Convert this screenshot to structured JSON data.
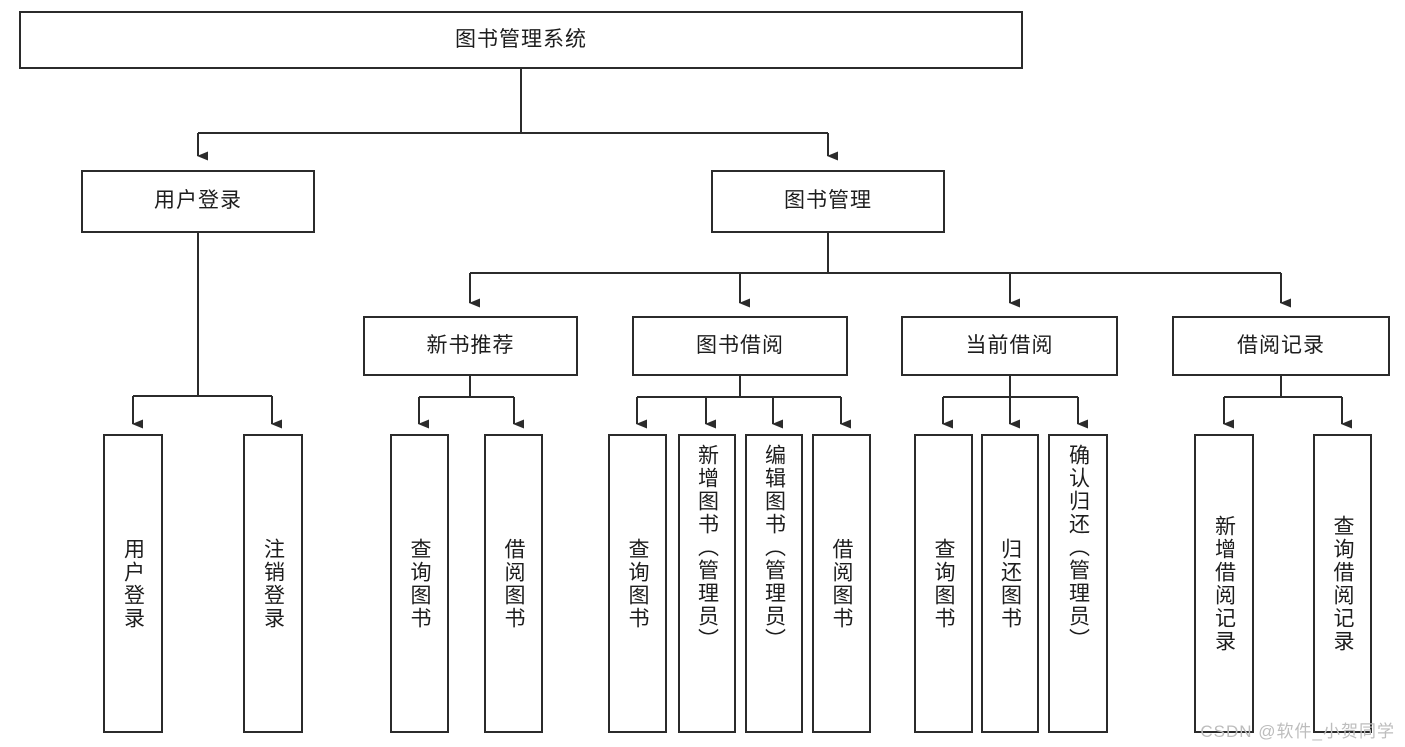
{
  "diagram": {
    "title": "图书管理系统",
    "type": "tree",
    "watermark": "CSDN @软件_小贺同学",
    "colors": {
      "node_border": "#2b2b2b",
      "node_fill": "#ffffff",
      "edge": "#2b2b2b",
      "text": "#1d1d1d",
      "watermark": "#bdbdbd",
      "background": "#ffffff"
    },
    "root": {
      "label": "图书管理系统"
    },
    "level1": [
      {
        "label": "用户登录"
      },
      {
        "label": "图书管理"
      }
    ],
    "level2": [
      {
        "label": "新书推荐"
      },
      {
        "label": "图书借阅"
      },
      {
        "label": "当前借阅"
      },
      {
        "label": "借阅记录"
      }
    ],
    "leaves": {
      "user_login": [
        {
          "label": "用户登录"
        },
        {
          "label": "注销登录"
        }
      ],
      "new_book": [
        {
          "label": "查询图书"
        },
        {
          "label": "借阅图书"
        }
      ],
      "book_borrow": [
        {
          "label": "查询图书"
        },
        {
          "label": "新增图书（管理员）"
        },
        {
          "label": "编辑图书（管理员）"
        },
        {
          "label": "借阅图书"
        }
      ],
      "current_borrow": [
        {
          "label": "查询图书"
        },
        {
          "label": "归还图书"
        },
        {
          "label": "确认归还（管理员）"
        }
      ],
      "borrow_record": [
        {
          "label": "新增借阅记录"
        },
        {
          "label": "查询借阅记录"
        }
      ]
    }
  }
}
